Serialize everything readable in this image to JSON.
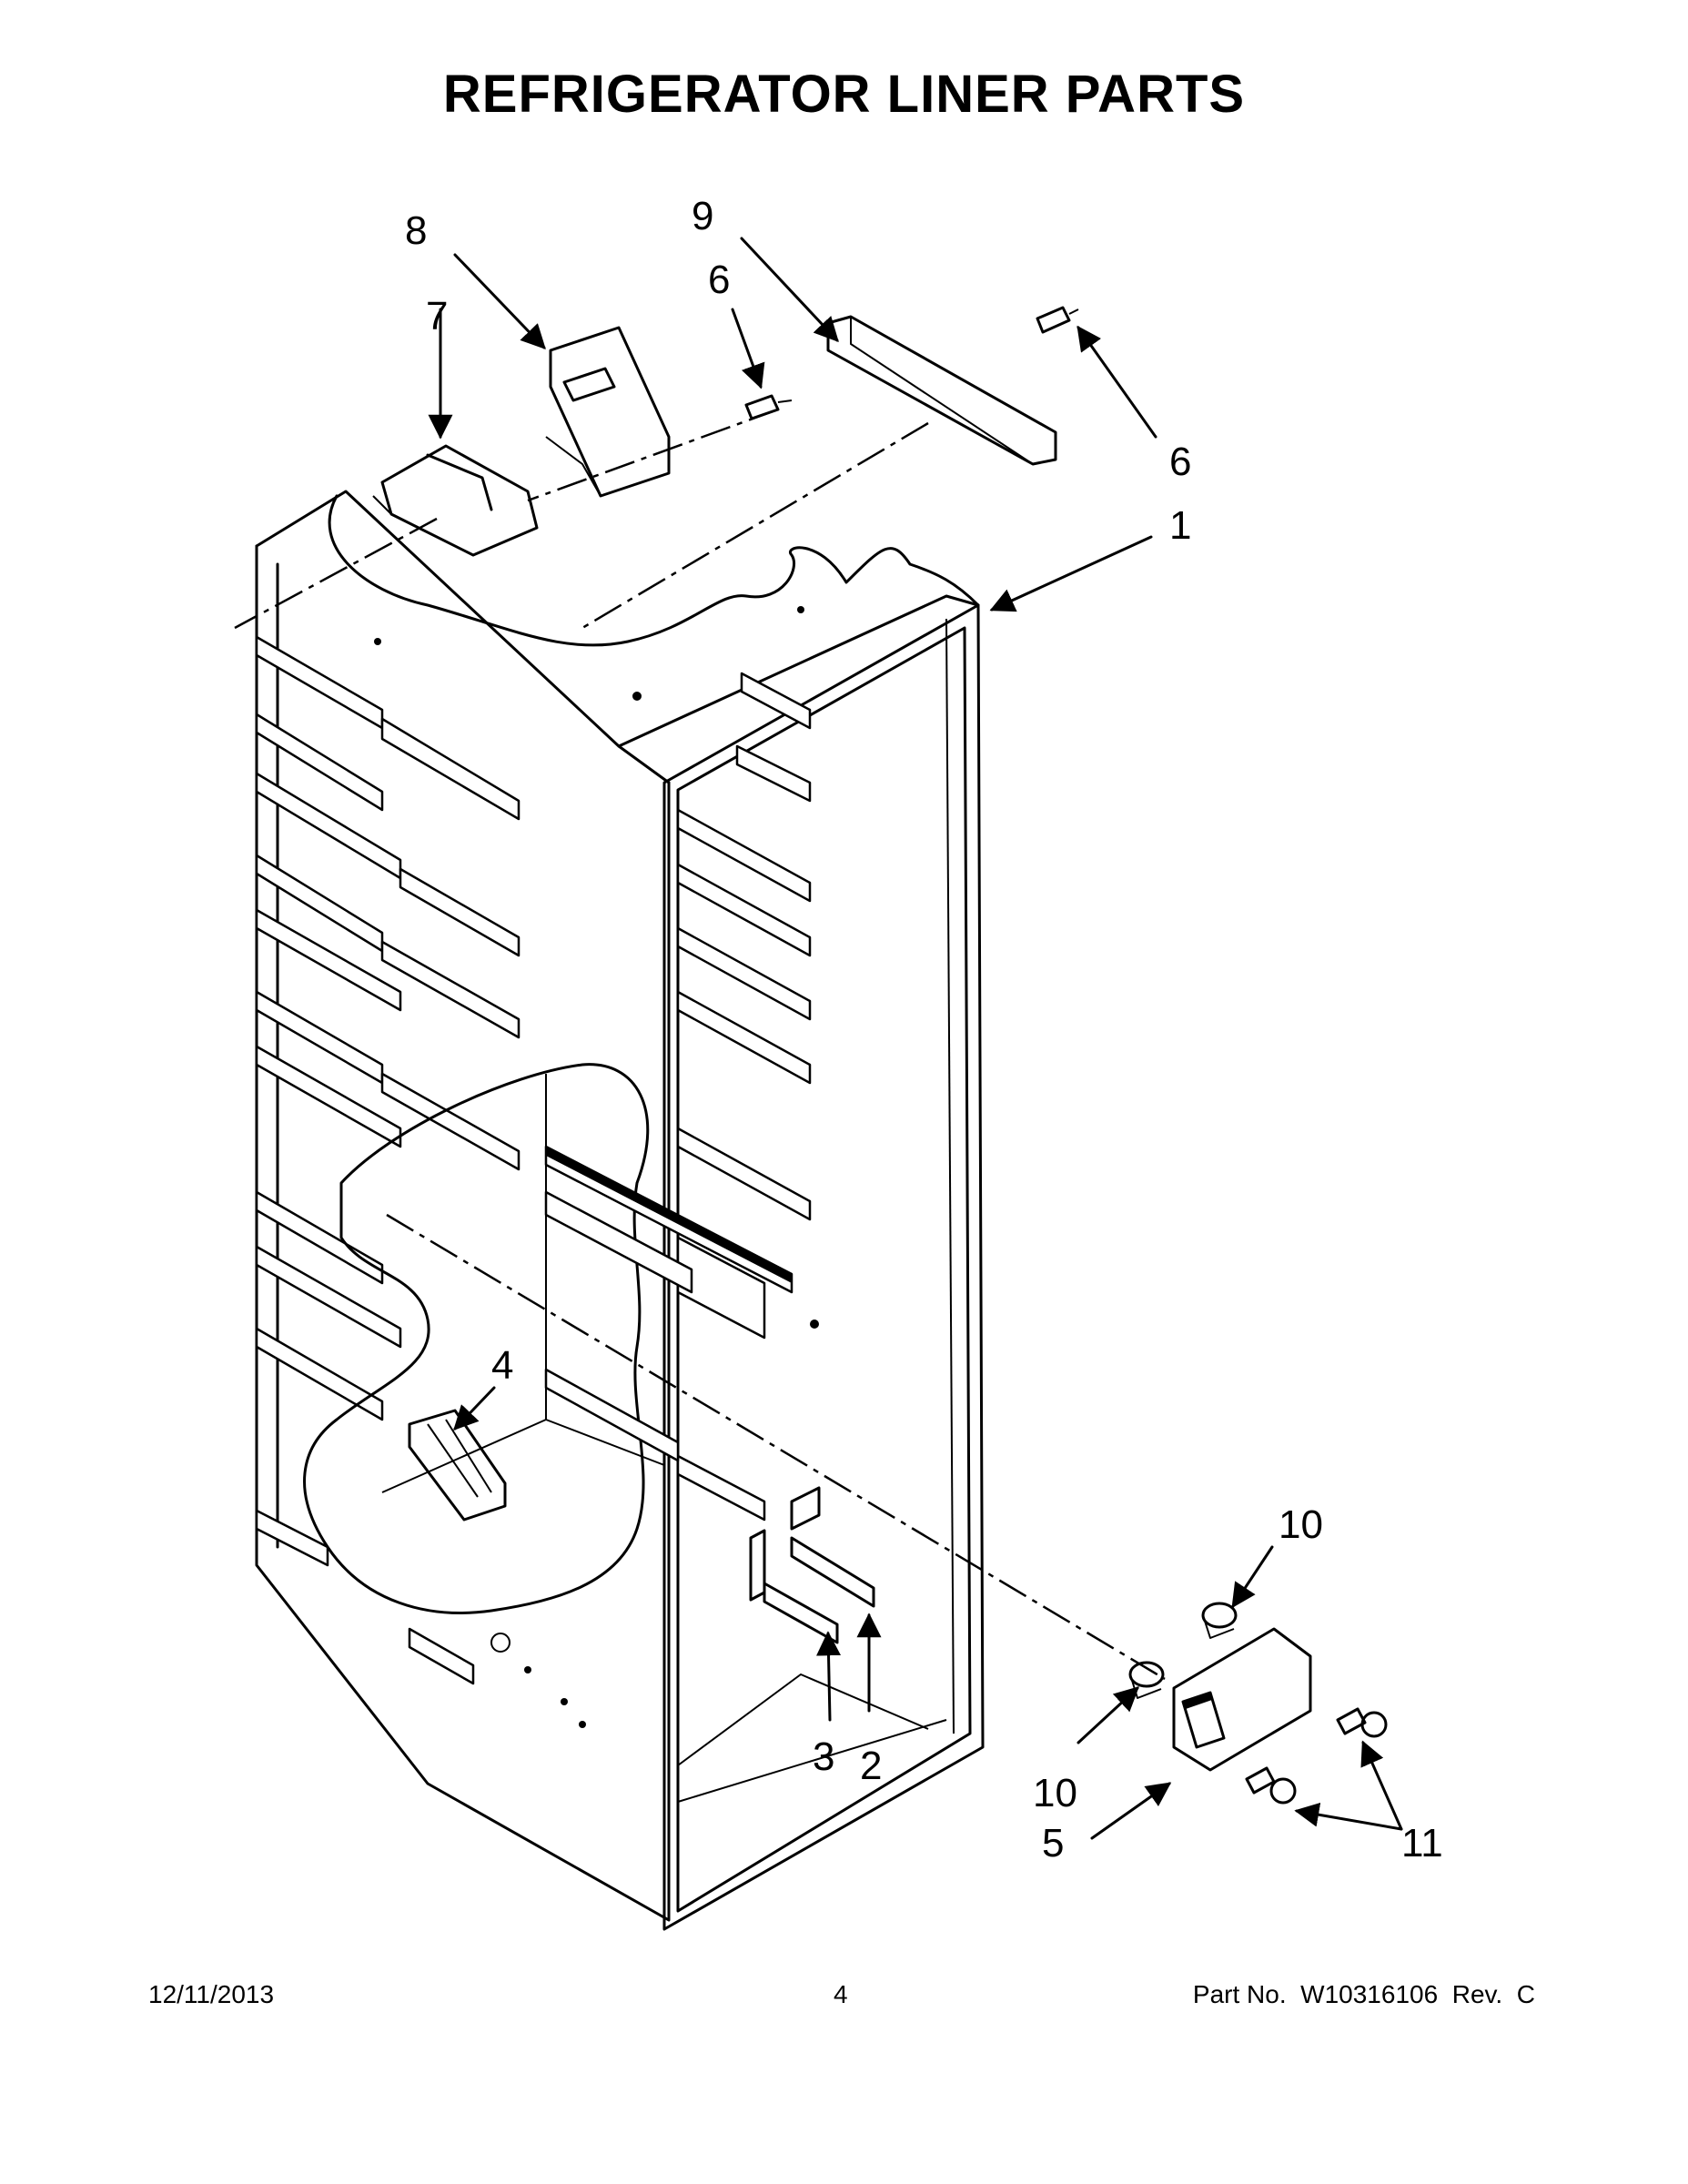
{
  "page": {
    "title": "REFRIGERATOR LINER PARTS",
    "footer": {
      "date": "12/11/2013",
      "page_number": "4",
      "part_number": "Part No.  W10316106  Rev.  C"
    }
  },
  "diagram": {
    "callouts": [
      {
        "id": "c8",
        "label": "8"
      },
      {
        "id": "c9",
        "label": "9"
      },
      {
        "id": "c7",
        "label": "7"
      },
      {
        "id": "c6a",
        "label": "6"
      },
      {
        "id": "c6b",
        "label": "6"
      },
      {
        "id": "c1",
        "label": "1"
      },
      {
        "id": "c4",
        "label": "4"
      },
      {
        "id": "c10a",
        "label": "10"
      },
      {
        "id": "c10b",
        "label": "10"
      },
      {
        "id": "c3",
        "label": "3"
      },
      {
        "id": "c2",
        "label": "2"
      },
      {
        "id": "c5",
        "label": "5"
      },
      {
        "id": "c11",
        "label": "11"
      }
    ]
  }
}
